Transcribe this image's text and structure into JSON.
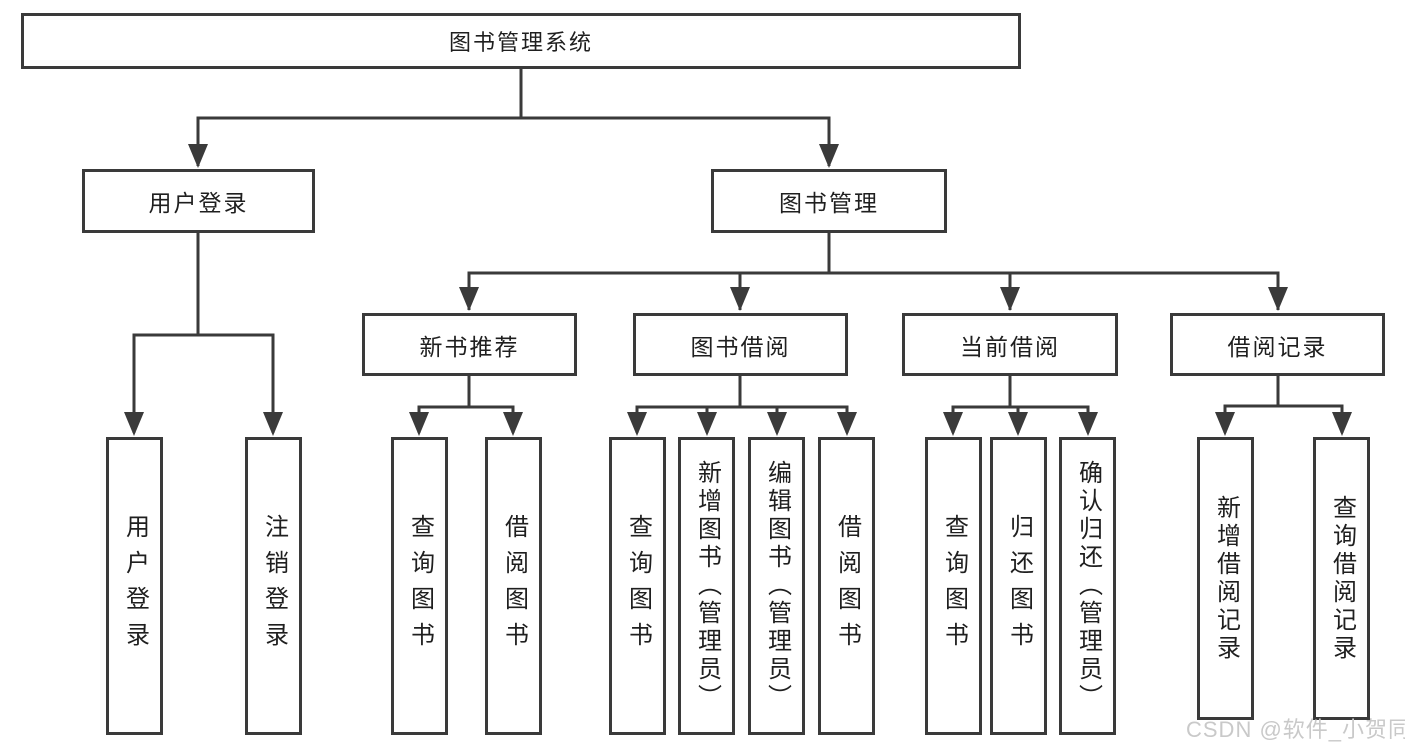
{
  "diagram": {
    "title": "图书管理系统",
    "nodes": {
      "root": {
        "label": "图书管理系统"
      },
      "user_login": {
        "label": "用户登录"
      },
      "book_mgmt": {
        "label": "图书管理"
      },
      "new_book_rec": {
        "label": "新书推荐"
      },
      "book_borrow": {
        "label": "图书借阅"
      },
      "current_borrow": {
        "label": "当前借阅"
      },
      "borrow_records": {
        "label": "借阅记录"
      },
      "leaf_user_login": {
        "label": "用户登录"
      },
      "leaf_logout": {
        "label": "注销登录"
      },
      "leaf_query_book_rec": {
        "label": "查询图书"
      },
      "leaf_borrow_book_rec": {
        "label": "借阅图书"
      },
      "leaf_query_book_borrow": {
        "label": "查询图书"
      },
      "leaf_add_book_admin": {
        "label": "新增图书（管理员）"
      },
      "leaf_edit_book_admin": {
        "label": "编辑图书（管理员）"
      },
      "leaf_borrow_book_borrow": {
        "label": "借阅图书"
      },
      "leaf_query_book_current": {
        "label": "查询图书"
      },
      "leaf_return_book": {
        "label": "归还图书"
      },
      "leaf_confirm_return_admin": {
        "label": "确认归还（管理员）"
      },
      "leaf_add_borrow_record": {
        "label": "新增借阅记录"
      },
      "leaf_query_borrow_record": {
        "label": "查询借阅记录"
      }
    },
    "watermark": "CSDN @软件_小贺同学",
    "colors": {
      "line": "#3a3a3a",
      "text": "#1f1f1f",
      "watermark": "#c9c9c9",
      "background": "#ffffff"
    }
  }
}
